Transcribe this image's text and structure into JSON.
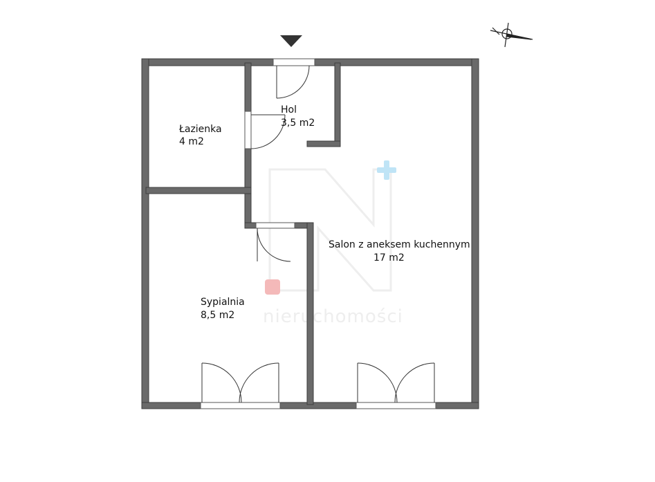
{
  "watermark": {
    "text": "nieruchomości",
    "dot_color": "#f4b9b9",
    "plus_color": "#bfe4f6"
  },
  "rooms": [
    {
      "id": "lazienka",
      "name": "Łazienka",
      "area": "4 m2"
    },
    {
      "id": "hol",
      "name": "Hol",
      "area": "3,5 m2"
    },
    {
      "id": "salon",
      "name": "Salon z aneksem kuchennym",
      "area": "17 m2"
    },
    {
      "id": "sypialnia",
      "name": "Sypialnia",
      "area": "8,5 m2"
    }
  ],
  "icons": {
    "entrance": "entrance-arrow-icon",
    "compass": "compass-icon"
  },
  "colors": {
    "wall": "#6a6a6a",
    "background": "#ffffff"
  }
}
